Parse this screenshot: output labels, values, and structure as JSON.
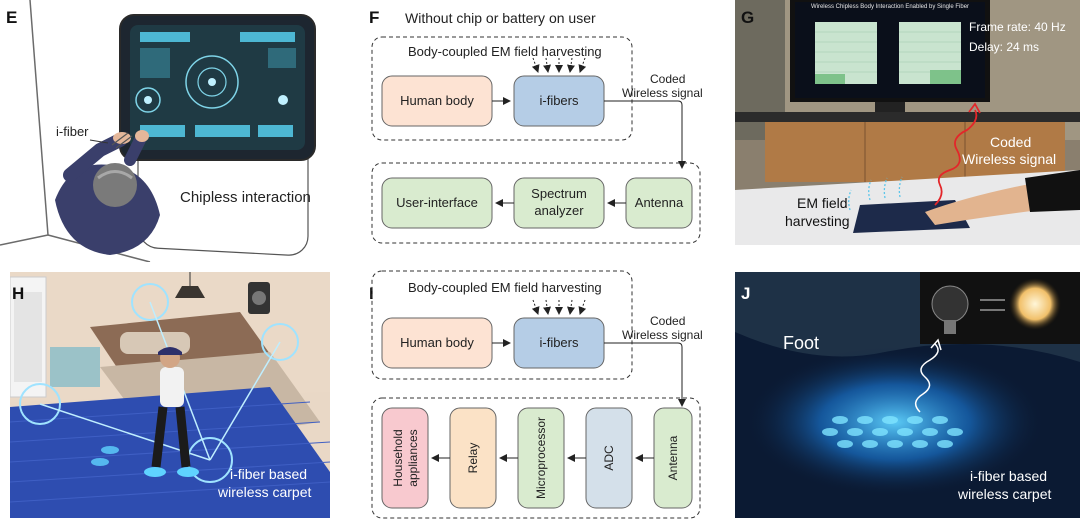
{
  "panels": {
    "E": {
      "letter": "E",
      "fiber_label": "i-fiber",
      "caption": "Chipless interaction"
    },
    "F": {
      "letter": "F",
      "title": "Without chip or battery on user",
      "harvest_label": "Body-coupled EM field harvesting",
      "human_body": "Human body",
      "ifibers": "i-fibers",
      "coded_line1": "Coded",
      "coded_line2": "Wireless signal",
      "user_interface": "User-interface",
      "spectrum_line1": "Spectrum",
      "spectrum_line2": "analyzer",
      "antenna": "Antenna"
    },
    "G": {
      "letter": "G",
      "screen_title": "Wireless Chipless Body Interaction Enabled by Single Fiber",
      "frame_rate": "Frame rate: 40 Hz",
      "delay": "Delay: 24 ms",
      "coded_line1": "Coded",
      "coded_line2": "Wireless signal",
      "em_line1": "EM field",
      "em_line2": "harvesting"
    },
    "H": {
      "letter": "H",
      "caption_line1": "i-fiber based",
      "caption_line2": "wireless carpet"
    },
    "I": {
      "letter": "I",
      "harvest_label": "Body-coupled EM field harvesting",
      "human_body": "Human body",
      "ifibers": "i-fibers",
      "coded_line1": "Coded",
      "coded_line2": "Wireless signal",
      "household_line1": "Household",
      "household_line2": "appliances",
      "relay": "Relay",
      "microprocessor": "Microprocessor",
      "adc": "ADC",
      "antenna": "Antenna"
    },
    "J": {
      "letter": "J",
      "foot": "Foot",
      "caption_line1": "i-fiber based",
      "caption_line2": "wireless carpet"
    }
  },
  "colors": {
    "peach": "#fde3d3",
    "blue": "#b5cde6",
    "green": "#d9ebcf",
    "pink": "#f8c9cf",
    "ochre": "#fbe2c6",
    "gray_blue": "#d4e0ea",
    "signal_red": "#e3262a",
    "carpet_blue": "#2e4db0"
  }
}
